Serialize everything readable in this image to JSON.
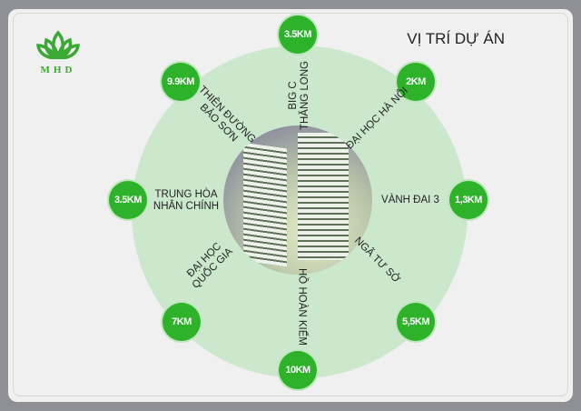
{
  "title": "VỊ TRÍ DỰ ÁN",
  "logo": {
    "text": "MHD",
    "color": "#3aaa35"
  },
  "accent": "#2db22a",
  "locations": [
    {
      "distance": "3.5KM",
      "line1": "BIG C",
      "line2": "THĂNG LONG"
    },
    {
      "distance": "9.9KM",
      "line1": "THIÊN ĐƯỜNG",
      "line2": "BẢO SƠN"
    },
    {
      "distance": "2KM",
      "line1": "ĐẠI HỌC HÀ NỘI",
      "line2": ""
    },
    {
      "distance": "3.5KM",
      "line1": "TRUNG HÒA",
      "line2": "NHÂN CHÍNH"
    },
    {
      "distance": "1,3KM",
      "line1": "VÀNH ĐAI 3",
      "line2": ""
    },
    {
      "distance": "7KM",
      "line1": "ĐẠI HỌC",
      "line2": "QUỐC GIA"
    },
    {
      "distance": "10KM",
      "line1": "HỒ HOÀN KIẾM",
      "line2": ""
    },
    {
      "distance": "5,5KM",
      "line1": "NGÃ TƯ SỞ",
      "line2": ""
    }
  ]
}
